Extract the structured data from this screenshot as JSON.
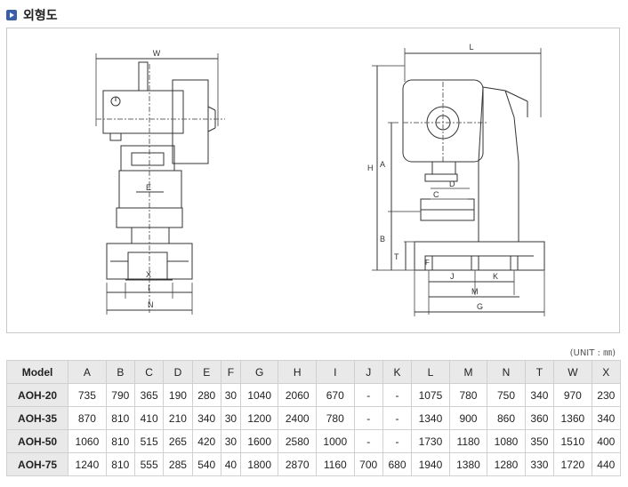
{
  "section": {
    "title": "외형도",
    "icon": "arrow-square-icon"
  },
  "drawing": {
    "front_labels": [
      "W",
      "E",
      "X",
      "I",
      "N"
    ],
    "side_labels": [
      "L",
      "H",
      "A",
      "B",
      "T",
      "C",
      "D",
      "F",
      "J",
      "K",
      "M",
      "G"
    ]
  },
  "unit_note": "(UNIT : ㎜)",
  "table": {
    "headers": [
      "Model",
      "A",
      "B",
      "C",
      "D",
      "E",
      "F",
      "G",
      "H",
      "I",
      "J",
      "K",
      "L",
      "M",
      "N",
      "T",
      "W",
      "X"
    ],
    "rows": [
      [
        "AOH-20",
        "735",
        "790",
        "365",
        "190",
        "280",
        "30",
        "1040",
        "2060",
        "670",
        "-",
        "-",
        "1075",
        "780",
        "750",
        "340",
        "970",
        "230"
      ],
      [
        "AOH-35",
        "870",
        "810",
        "410",
        "210",
        "340",
        "30",
        "1200",
        "2400",
        "780",
        "-",
        "-",
        "1340",
        "900",
        "860",
        "360",
        "1360",
        "340"
      ],
      [
        "AOH-50",
        "1060",
        "810",
        "515",
        "265",
        "420",
        "30",
        "1600",
        "2580",
        "1000",
        "-",
        "-",
        "1730",
        "1180",
        "1080",
        "350",
        "1510",
        "400"
      ],
      [
        "AOH-75",
        "1240",
        "810",
        "555",
        "285",
        "540",
        "40",
        "1800",
        "2870",
        "1160",
        "700",
        "680",
        "1940",
        "1380",
        "1280",
        "330",
        "1720",
        "440"
      ]
    ]
  }
}
